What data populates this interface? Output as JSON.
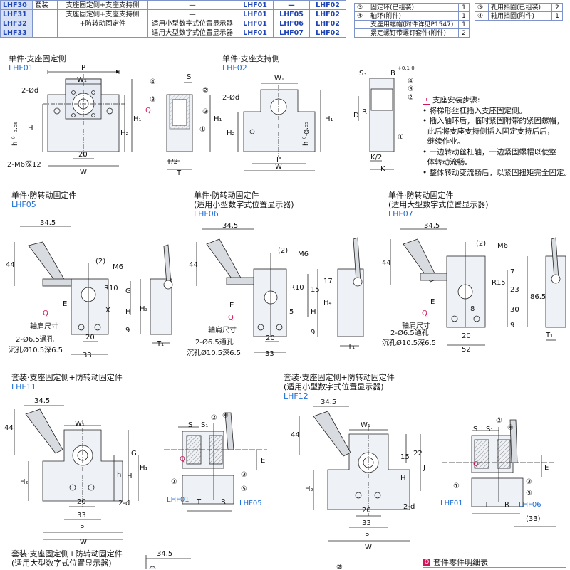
{
  "top_table": {
    "rows": [
      {
        "code": "LHF30",
        "type": "套装",
        "desc": "支座固定侧+支座支持侧",
        "display": "—",
        "a": "LHF01",
        "b": "—",
        "c": "LHF02"
      },
      {
        "code": "LHF31",
        "type": "",
        "desc": "支座固定侧+支座支持侧",
        "display": "—",
        "a": "LHF01",
        "b": "LHF05",
        "c": "LHF02"
      },
      {
        "code": "LHF32",
        "type": "",
        "desc": "+防转动固定件",
        "display": "适用小型数字式位置显示器",
        "a": "LHF01",
        "b": "LHF06",
        "c": "LHF02"
      },
      {
        "code": "LHF33",
        "type": "",
        "desc": "",
        "display": "适用大型数字式位置显示器",
        "a": "LHF01",
        "b": "LHF07",
        "c": "LHF02"
      }
    ]
  },
  "parts_right": {
    "rows": [
      {
        "no": "③",
        "name": "固定环(已组装)",
        "qty": "1"
      },
      {
        "no": "④",
        "name": "轴环(附件)",
        "qty": "1"
      },
      {
        "no": "",
        "name": "支座用螺帽(附件详见P1547)",
        "qty": "1"
      },
      {
        "no": "",
        "name": "紧定螺钉带螺钉套件(附件)",
        "qty": "2"
      }
    ],
    "rows2": [
      {
        "no": "③",
        "name": "孔用挡圈(已组装)",
        "qty": "2"
      },
      {
        "no": "④",
        "name": "轴用挡圈(附件)",
        "qty": "1"
      }
    ]
  },
  "sections": {
    "s1": {
      "title": "单件·支座固定侧",
      "code": "LHF01"
    },
    "s2": {
      "title": "单件·支座支持侧",
      "code": "LHF02"
    },
    "s3": {
      "title": "单件·防转动固定件",
      "code": "LHF05"
    },
    "s4": {
      "title": "单件·防转动固定件",
      "subtitle": "(适用小型数字式位置显示器)",
      "code": "LHF06"
    },
    "s5": {
      "title": "单件·防转动固定件",
      "subtitle": "(适用大型数字式位置显示器)",
      "code": "LHF07"
    },
    "s6": {
      "title": "套装·支座固定侧+防转动固定件",
      "code": "LHF11"
    },
    "s7": {
      "title": "套装·支座固定侧+防转动固定件",
      "subtitle": "(适用小型数字式位置显示器)",
      "code": "LHF12"
    },
    "s8": {
      "title": "套装·支座固定侧+防转动固定件",
      "subtitle": "(适用大型数字式位置显示器)"
    }
  },
  "install_note": {
    "head": "支座安装步骤:",
    "steps": [
      "• 将梯形丝杠插入支座固定侧。",
      "• 插入轴环后，临时紧固附带的紧固螺帽，",
      "  此后将支座支持侧插入固定支持后后，",
      "  继续作业。",
      "• 一边转动丝杠轴，一边紧固螺帽以使整",
      "  体转动流畅。",
      "• 整体转动变流畅后，以紧固扭矩完全固定。"
    ]
  },
  "footer": {
    "parts_title": "套件零件明细表",
    "b_label": "34.5",
    "circ2": "②"
  },
  "labels": {
    "P": "P",
    "W1": "W₁",
    "W": "W",
    "d2": "2-Ød",
    "H": "H",
    "h": "h",
    "H1": "H₁",
    "H2": "H₂",
    "T2": "T/2",
    "T": "T",
    "m6deep": "2-M6深12",
    "h005": "h ⁰₋₀.₀₅",
    "n20": "20",
    "S": "S",
    "Q": "Q",
    "S3": "S₃",
    "B": "B",
    "B_tol": "+0.1 0",
    "R": "R",
    "D": "D",
    "K2": "K/2",
    "K": "K",
    "c1": "①",
    "c2": "②",
    "c3": "③",
    "c4": "④",
    "c5": "⑤",
    "n345": "34.5",
    "n44": "44",
    "M6": "M6",
    "p2": "(2)",
    "R10": "R10",
    "G": "G",
    "E": "E",
    "X": "X",
    "shaft": "轴肩尺寸",
    "hole": "2-Ø6.5通孔",
    "cbore": "沉孔Ø10.5深6.5",
    "n9": "9",
    "n33": "33",
    "T1": "T₁",
    "H3": "H₃",
    "H4": "H₄",
    "n15": "15",
    "n17": "17",
    "n5": "5",
    "n52": "52",
    "R15": "R15",
    "n7": "7",
    "n23": "23",
    "n8": "8",
    "n30": "30",
    "n865": "86.5",
    "J": "J",
    "n22": "22",
    "n33p": "(33)",
    "d2b": "2-d",
    "S1": "S₁",
    "lhf01": "LHF01",
    "lhf05": "LHF05",
    "lhf06": "LHF06"
  }
}
